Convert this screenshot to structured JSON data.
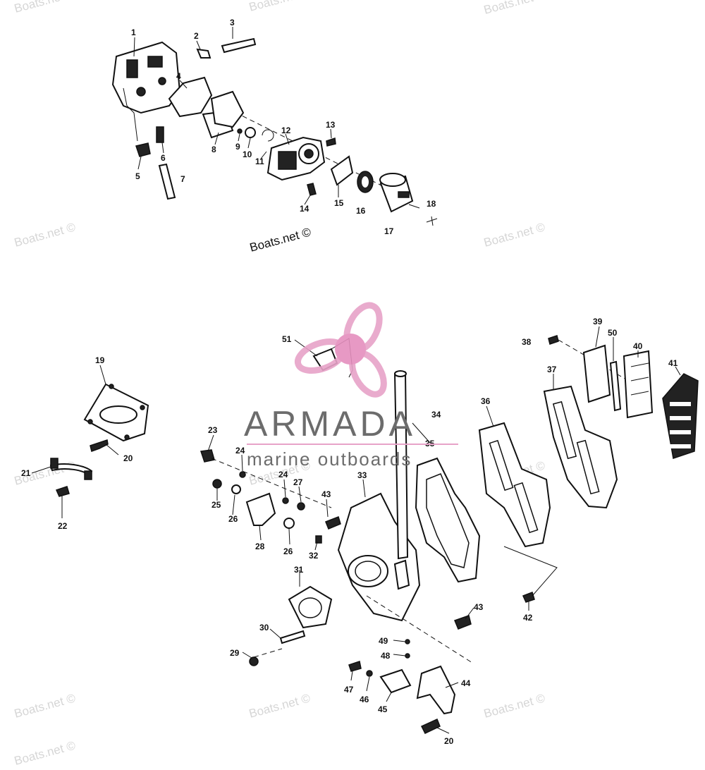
{
  "diagram": {
    "callouts": [
      "1",
      "2",
      "3",
      "4",
      "5",
      "6",
      "7",
      "8",
      "9",
      "10",
      "11",
      "12",
      "13",
      "14",
      "15",
      "16",
      "17",
      "18",
      "19",
      "20",
      "21",
      "22",
      "23",
      "24",
      "24",
      "25",
      "26",
      "26",
      "27",
      "28",
      "29",
      "30",
      "31",
      "32",
      "33",
      "34",
      "35",
      "36",
      "37",
      "38",
      "39",
      "40",
      "41",
      "42",
      "43",
      "43",
      "44",
      "45",
      "46",
      "47",
      "48",
      "49",
      "50",
      "51",
      "20"
    ]
  },
  "watermarks": [
    "Boats.net ©",
    "Boats.net ©",
    "Boats.net ©",
    "Boats.net ©",
    "Boats.net ©",
    "Boats.net ©",
    "Boats.net ©",
    "Boats.net ©",
    "Boats.net ©",
    "Boats.net ©",
    "Boats.net ©",
    "Boats.net ©",
    "Boats.net ©"
  ],
  "brand": {
    "name": "ARMADA",
    "tagline": "marine outboards",
    "logo_color": "#e7a3c8",
    "text_color": "#6c6c6c"
  },
  "colors": {
    "ink": "#111111",
    "watermark": "#d6d6d6",
    "background": "#ffffff"
  }
}
